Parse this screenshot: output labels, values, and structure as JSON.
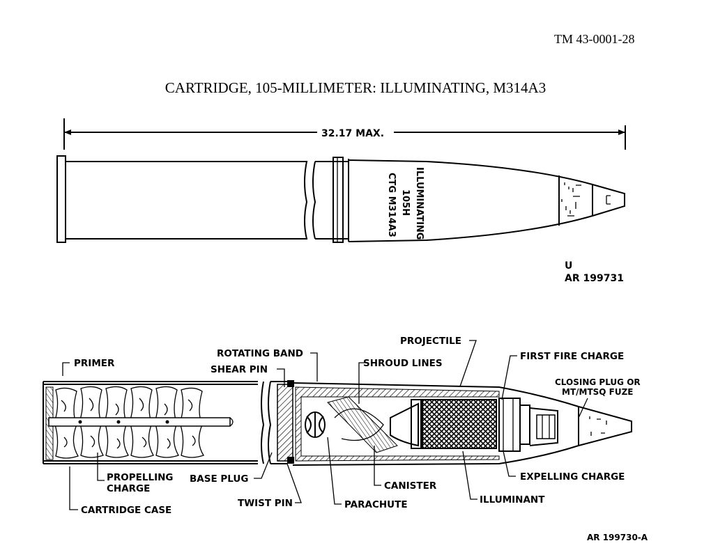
{
  "header": {
    "doc_id": "TM  43-0001-28",
    "title": "CARTRIDGE, 105-MILLIMETER: ILLUMINATING, M314A3"
  },
  "exterior_view": {
    "dimension": "32.17 MAX.",
    "stencil": [
      "ILLUMINATING",
      "105H",
      "CTG  M314A3"
    ],
    "figure_id": [
      "U",
      "AR  199731"
    ]
  },
  "cutaway_view": {
    "figure_id": "AR  199730-A",
    "labels": {
      "primer": "PRIMER",
      "rotating_band": "ROTATING BAND",
      "shear_pin": "SHEAR PIN",
      "projectile": "PROJECTILE",
      "shroud_lines": "SHROUD LINES",
      "first_fire_charge": "FIRST FIRE CHARGE",
      "closing_plug_1": "CLOSING PLUG OR",
      "closing_plug_2": "MT/MTSQ FUZE",
      "propelling_1": "PROPELLING",
      "propelling_2": "CHARGE",
      "base_plug": "BASE PLUG",
      "canister": "CANISTER",
      "expelling_charge": "EXPELLING CHARGE",
      "cartridge_case": "CARTRIDGE CASE",
      "twist_pin": "TWIST PIN",
      "parachute": "PARACHUTE",
      "illuminant": "ILLUMINANT"
    }
  }
}
